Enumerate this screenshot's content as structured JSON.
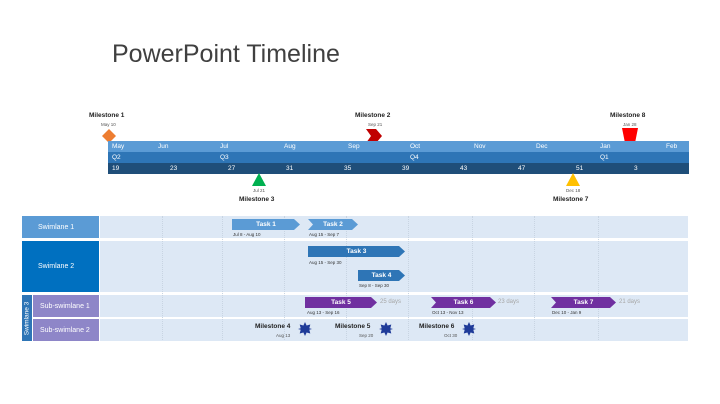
{
  "title": "PowerPoint Timeline",
  "months": [
    "May",
    "Jun",
    "Jul",
    "Aug",
    "Sep",
    "Oct",
    "Nov",
    "Dec",
    "Jan",
    "Feb"
  ],
  "quarters": [
    "Q2",
    "Q3",
    "Q4",
    "Q1"
  ],
  "weeks": [
    "19",
    "23",
    "27",
    "31",
    "35",
    "39",
    "43",
    "47",
    "51",
    "3"
  ],
  "top_milestones": [
    {
      "label": "Milestone 1",
      "date": "May 10",
      "color": "#ed7d31"
    },
    {
      "label": "Milestone 2",
      "date": "Sep 21",
      "color": "#c00000"
    },
    {
      "label": "Milestone 8",
      "date": "Jan 28",
      "color": "#ff0000"
    }
  ],
  "bottom_milestones": [
    {
      "label": "Milestone 3",
      "date": "Jul 21",
      "color": "#00b050"
    },
    {
      "label": "Milestone 7",
      "date": "Dec 18",
      "color": "#ffc000"
    }
  ],
  "swimlanes": {
    "lane1": "Swimlane 1",
    "lane2": "Swimlane 2",
    "lane3": "Swimlane 3",
    "sub1": "Sub-swimlane 1",
    "sub2": "Sub-swimlane 2"
  },
  "tasks": {
    "t1": {
      "label": "Task 1",
      "date": "Jul 8 - Aug 10"
    },
    "t2": {
      "label": "Task 2",
      "date": "Aug 15 - Sep 7"
    },
    "t3": {
      "label": "Task 3",
      "date": "Aug 15 - Sep 30"
    },
    "t4": {
      "label": "Task 4",
      "date": "Sep 8 - Sep 30"
    },
    "t5": {
      "label": "Task 5",
      "date": "Aug 13 - Sep 16",
      "dur": "25 days"
    },
    "t6": {
      "label": "Task 6",
      "date": "Oct 13 - Nov 13",
      "dur": "23 days"
    },
    "t7": {
      "label": "Task 7",
      "date": "Dec 10 - Jan 9",
      "dur": "21 days"
    }
  },
  "lane_milestones": [
    {
      "label": "Milestone 4",
      "date": "Aug 13"
    },
    {
      "label": "Milestone 5",
      "date": "Sep 20"
    },
    {
      "label": "Milestone 6",
      "date": "Oct 30"
    }
  ],
  "colors": {
    "month_bar": "#5b9bd5",
    "quarter_bar": "#2e75b6",
    "week_bar": "#1f4e79",
    "lane_light": "#5b9bd5",
    "lane_dark": "#0070c0",
    "lane_purple": "#7030a0",
    "sub_lane": "#8e86c8",
    "star": "#1f3b99"
  }
}
